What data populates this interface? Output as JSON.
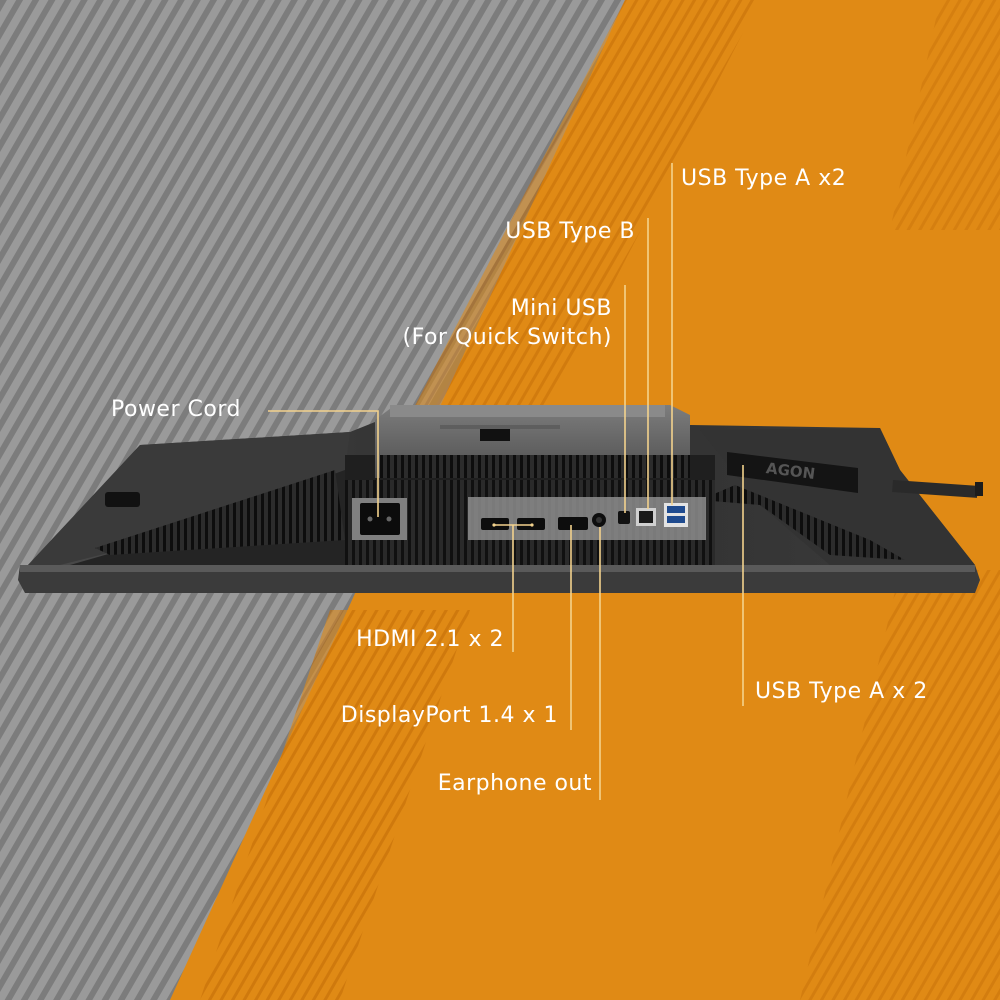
{
  "callouts": {
    "usb_type_a_top": "USB Type A x2",
    "usb_type_b": "USB Type B",
    "mini_usb_line1": "Mini USB",
    "mini_usb_line2": "(For Quick Switch)",
    "power_cord": "Power Cord",
    "hdmi": "HDMI 2.1 x 2",
    "displayport": "DisplayPort 1.4 x 1",
    "earphone": "Earphone out",
    "usb_type_a_side": "USB Type A x 2"
  },
  "brand_logo_text": "AGON",
  "colors": {
    "background_gray": "#9a9a9a",
    "stripe_dark": "#7c7c7c",
    "background_orange": "#e08a15",
    "stripe_orange_dark": "#c46e08",
    "callout_line": "#f3d28d",
    "label_text": "#ffffff",
    "monitor_body": "#2a2a2a"
  }
}
